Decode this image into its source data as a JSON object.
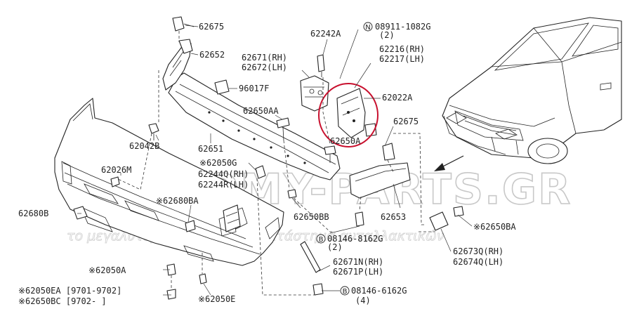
{
  "watermark": {
    "brand": "ECONOMY-PARTS.GR",
    "tagline": "το μεγαλυτερο ηλεκτρονικο κατάστημα ανταλλακτικών"
  },
  "labels": {
    "p62675_top": "62675",
    "p62652": "62652",
    "p96017F": "96017F",
    "p62242A": "62242A",
    "p08911_code": "08911-1082G",
    "p08911_qty": "(2)",
    "p08911_mark": "N",
    "p62216": "62216(RH)",
    "p62217": "62217(LH)",
    "p62671_rh": "62671(RH)",
    "p62672_lh": "62672(LH)",
    "p62022A": "62022A",
    "p62650AA": "62650AA",
    "p62650A": "62650A",
    "p62675_mid": "62675",
    "p62042B": "62042B",
    "p62651": "62651",
    "p62050G": "※62050G",
    "p62244Q": "62244Q(RH)",
    "p62244R": "62244R(LH)",
    "p62026M": "62026M",
    "p62680BA": "※62680BA",
    "p62680B": "62680B",
    "p62650BB": "62650BB",
    "p62653": "62653",
    "p62650BA": "※62650BA",
    "p08146a_code": "08146-8162G",
    "p08146a_qty": "(2)",
    "p08146a_mark": "B",
    "p62673Q": "62673Q(RH)",
    "p62674Q": "62674Q(LH)",
    "p62671N": "62671N(RH)",
    "p62671P": "62671P(LH)",
    "p62050A": "※62050A",
    "p62050EA": "※62050EA [9701-9702]",
    "p62650BC": "※62650BC [9702-     ]",
    "p62050E": "※62050E",
    "p08146b_code": "08146-6162G",
    "p08146b_qty": "(4)",
    "p08146b_mark": "B"
  }
}
